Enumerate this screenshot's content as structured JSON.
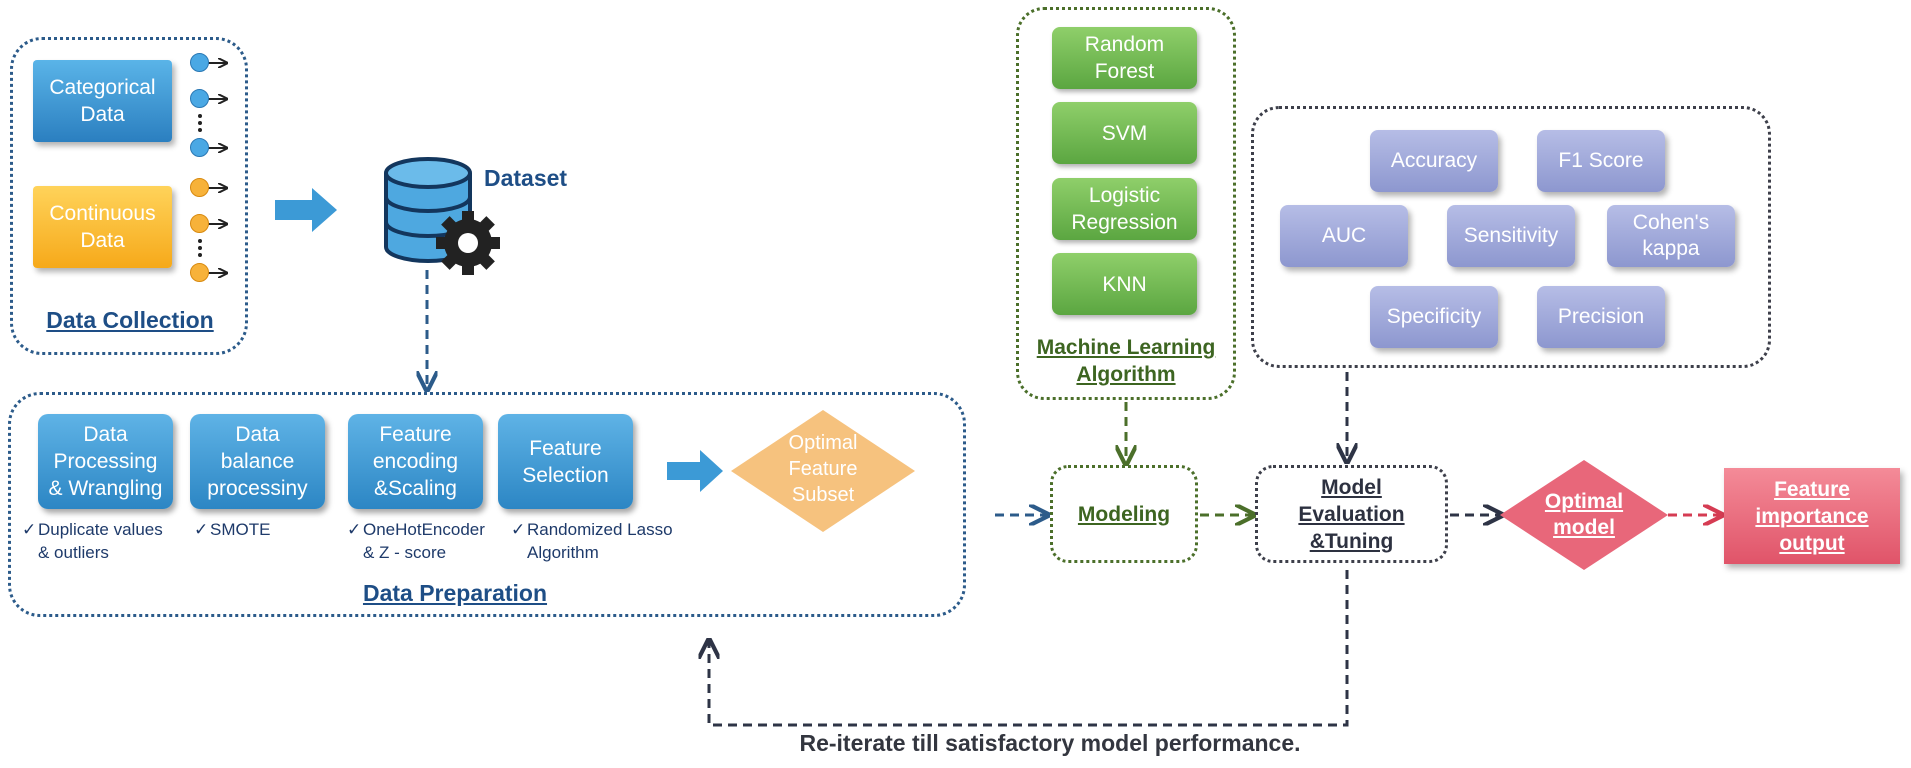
{
  "data_collection": {
    "categorical": "Categorical\nData",
    "continuous": "Continuous\nData",
    "title": "Data Collection"
  },
  "dataset": {
    "label": "Dataset",
    "icon": "database-gear-icon"
  },
  "data_preparation": {
    "title": "Data Preparation",
    "steps": [
      {
        "label": "Data\nProcessing\n& Wrangling",
        "note": "Duplicate values\n& outliers"
      },
      {
        "label": "Data\nbalance\nprocessiny",
        "note": "SMOTE"
      },
      {
        "label": "Feature\nencoding\n&Scaling",
        "note": "OneHotEncoder\n& Z - score"
      },
      {
        "label": "Feature\nSelection",
        "note": "Randomized Lasso\nAlgorithm"
      }
    ],
    "optimal_subset": "Optimal\nFeature\nSubset",
    "check": "✓"
  },
  "ml": {
    "title": "Machine Learning\nAlgorithm",
    "algorithms": [
      "Random\nForest",
      "SVM",
      "Logistic\nRegression",
      "KNN"
    ]
  },
  "metrics": [
    "Accuracy",
    "F1 Score",
    "AUC",
    "Sensitivity",
    "Cohen's\nkappa",
    "Specificity",
    "Precision"
  ],
  "modeling": "Modeling",
  "evaluation": "Model\nEvaluation\n&Tuning",
  "optimal_model": "Optimal\nmodel",
  "feature_output": "Feature\nimportance\noutput",
  "loop_caption": "Re-iterate till satisfactory model performance.",
  "colors": {
    "blue": "#2c86c4",
    "yellow": "#f6a91a",
    "green": "#5ba641",
    "purple": "#8d97cf",
    "red": "#e05469",
    "orange_diamond": "#f6c27e"
  }
}
